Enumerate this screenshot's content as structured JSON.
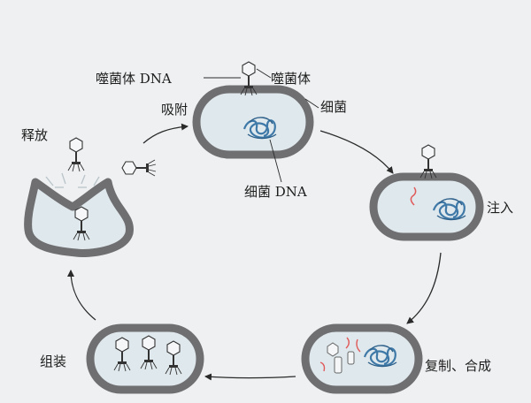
{
  "labels": {
    "phage_dna": "噬菌体 DNA",
    "phage": "噬菌体",
    "adsorption": "吸附",
    "bacterium": "细菌",
    "bacterial_dna": "细菌 DNA",
    "injection": "注入",
    "replication_synthesis": "复制、合成",
    "assembly": "组装",
    "release": "释放"
  },
  "colors": {
    "cell_wall": "#6f6f72",
    "cytoplasm": "#dfe8ec",
    "bacterial_dna": "#3f79a8",
    "phage_dna": "#e05a5a",
    "arrow": "#2a2a2a"
  },
  "icons": [
    "bacteriophage-icon",
    "bacterial-dna-coil-icon",
    "phage-dna-strand-icon"
  ]
}
